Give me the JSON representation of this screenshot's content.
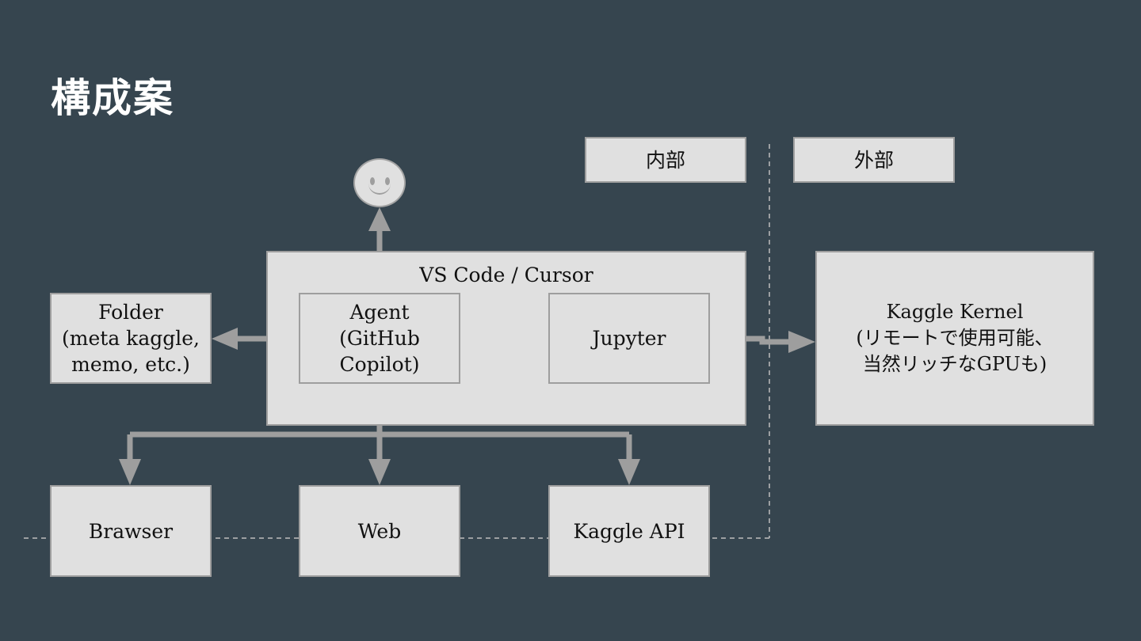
{
  "title": "構成案",
  "legend": {
    "internal": "内部",
    "external": "外部"
  },
  "nodes": {
    "vscode": "VS Code / Cursor",
    "agent": "Agent\n(GitHub\nCopilot)",
    "jupyter": "Jupyter",
    "folder": "Folder\n(meta kaggle,\nmemo, etc.)",
    "kernel": "Kaggle Kernel\n(リモートで使用可能、\n当然リッチなGPUも)",
    "browser": "Brawser",
    "web": "Web",
    "kaggle_api": "Kaggle API"
  },
  "colors": {
    "background": "#36454f",
    "box": "#e0e0e0",
    "arrow": "#9e9e9e"
  }
}
